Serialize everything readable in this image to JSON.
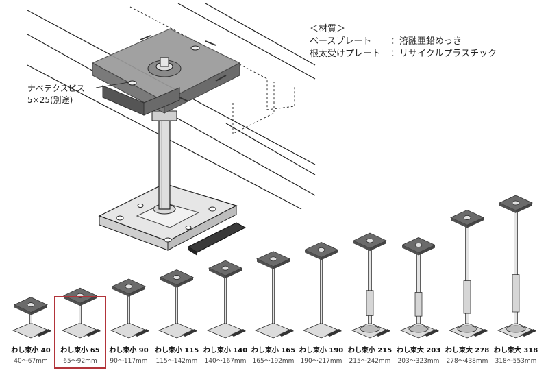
{
  "spec": {
    "heading": "＜材質＞",
    "rows": [
      {
        "label": "ベースプレート",
        "value": "：溶融亜鉛めっき"
      },
      {
        "label": "根太受けプレート",
        "value": "：リサイクルプラスチック"
      }
    ]
  },
  "callout": {
    "line1": "ナベテクスビス",
    "line2": "5×25(別途)"
  },
  "products": [
    {
      "name": "わし束小 40",
      "range": "40～67mm",
      "post_mm": 40,
      "selected": false
    },
    {
      "name": "わし束小 65",
      "range": "65～92mm",
      "post_mm": 65,
      "selected": true
    },
    {
      "name": "わし束小 90",
      "range": "90～117mm",
      "post_mm": 90,
      "selected": false
    },
    {
      "name": "わし束小 115",
      "range": "115～142mm",
      "post_mm": 115,
      "selected": false
    },
    {
      "name": "わし束小 140",
      "range": "140～167mm",
      "post_mm": 140,
      "selected": false
    },
    {
      "name": "わし束小 165",
      "range": "165～192mm",
      "post_mm": 165,
      "selected": false
    },
    {
      "name": "わし束小 190",
      "range": "190～217mm",
      "post_mm": 190,
      "selected": false
    },
    {
      "name": "わし束小 215",
      "range": "215～242mm",
      "post_mm": 215,
      "selected": false
    },
    {
      "name": "わし束大 203",
      "range": "203～323mm",
      "post_mm": 203,
      "selected": false
    },
    {
      "name": "わし束大 278",
      "range": "278～438mm",
      "post_mm": 278,
      "selected": false
    },
    {
      "name": "わし束大 318",
      "range": "318～553mm",
      "post_mm": 318,
      "selected": false
    }
  ],
  "colors": {
    "highlight": "#b2343a",
    "plastic": "#6b6b6b",
    "plastic_light": "#9a9a9a",
    "metal": "#dcdcdc",
    "line": "#222222"
  }
}
